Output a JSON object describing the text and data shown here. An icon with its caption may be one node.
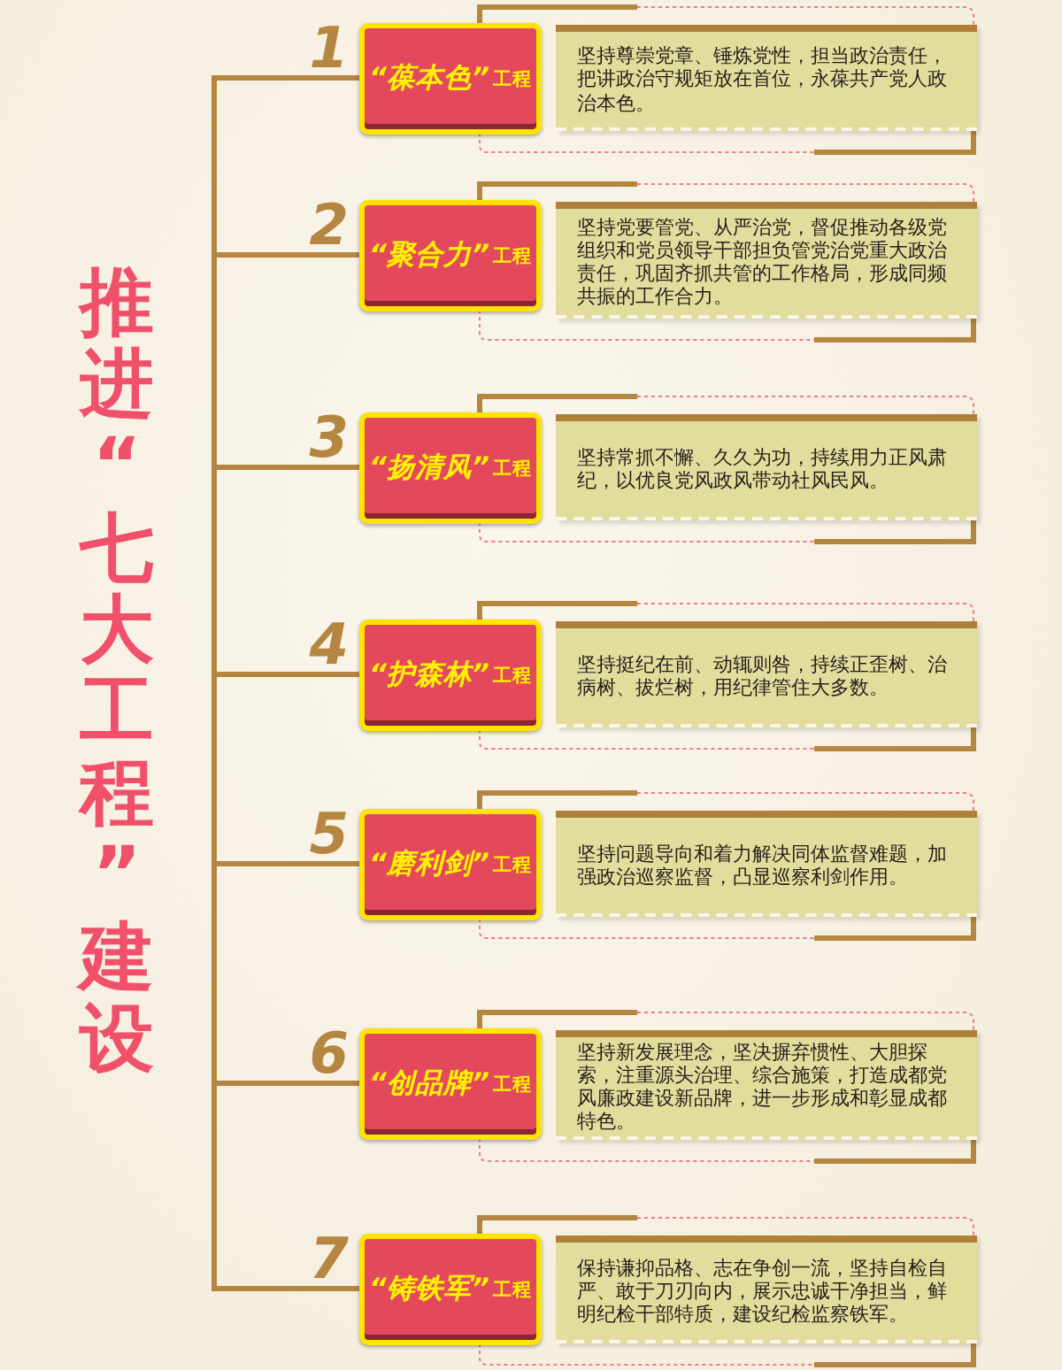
{
  "diagram": {
    "title": "推进“七大工程”建设",
    "nodes": [
      {
        "text": [
          "“葆本色”",
          "工程"
        ],
        "beside": [
          "1"
        ]
      },
      {
        "text": [
          "坚持尊崇党章、锤炼党性，担当政治责任，把讲政治守规矩放在首位，永葆共产党人政治本色。"
        ]
      },
      {
        "text": [
          "“聚合力”",
          "工程"
        ],
        "beside": [
          "2"
        ]
      },
      {
        "text": [
          "坚持党要管党、从严治党，督促推动各级党组织和党员领导干部担负管党治党重大政治责任，巩固齐抓共管的工作格局，形成同频共振的工作合力。"
        ]
      },
      {
        "text": [
          "“扬清风”",
          "工程"
        ],
        "beside": [
          "3"
        ]
      },
      {
        "text": [
          "坚持常抓不懈、久久为功，持续用力正风肃纪，以优良党风政风带动社风民风。"
        ]
      },
      {
        "text": [
          "“护森林”",
          "工程"
        ],
        "beside": [
          "4"
        ]
      },
      {
        "text": [
          "坚持挺纪在前、动辄则咎，持续正歪树、治病树、拔烂树，用纪律管住大多数。"
        ]
      },
      {
        "text": [
          "“磨利剑”",
          "工程"
        ],
        "beside": [
          "5"
        ]
      },
      {
        "text": [
          "坚持问题导向和着力解决同体监督难题，加强政治巡察监督，凸显巡察利剑作用。"
        ]
      },
      {
        "text": [
          "“创品牌”",
          "工程"
        ],
        "beside": [
          "6"
        ]
      },
      {
        "text": [
          "坚持新发展理念，坚决摒弃惯性、大胆探索，注重源头治理、综合施策，打造成都党风廉政建设新品牌，进一步形成和彰显成都特色。"
        ]
      },
      {
        "text": [
          "“铸铁军”",
          "工程"
        ],
        "beside": [
          "7"
        ]
      },
      {
        "text": [
          "保持谦抑品格、志在争创一流，坚持自检自严、敢于刀刃向内，展示忠诚干净担当，鲜明纪检干部特质，建设纪检监察铁军。"
        ]
      }
    ],
    "edges": [
      {
        "from": 0,
        "to": 2,
        "arrow": "none"
      },
      {
        "from": 2,
        "to": 4,
        "arrow": "none"
      },
      {
        "from": 4,
        "to": 6,
        "arrow": "none"
      },
      {
        "from": 6,
        "to": 8,
        "arrow": "none"
      },
      {
        "from": 8,
        "to": 10,
        "arrow": "none"
      },
      {
        "from": 10,
        "to": 12,
        "arrow": "none"
      }
    ]
  }
}
